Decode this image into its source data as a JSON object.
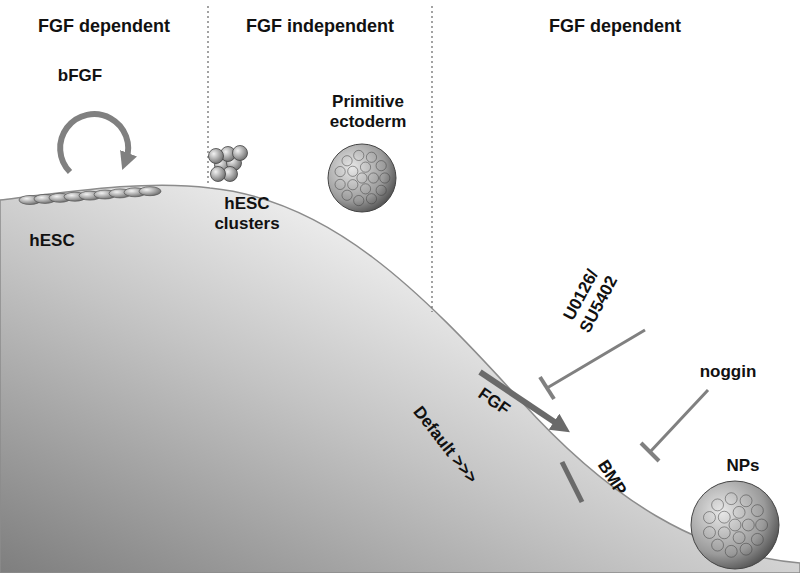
{
  "diagram": {
    "labels": [
      "FGF dependent",
      "FGF independent",
      "FGF dependent",
      "bFGF",
      "hESC",
      "hESC clusters",
      "Primitive ectoderm",
      "U0126/ SU5402",
      "Default >>>",
      "FGF",
      "noggin",
      "BMP",
      "NPs"
    ]
  }
}
